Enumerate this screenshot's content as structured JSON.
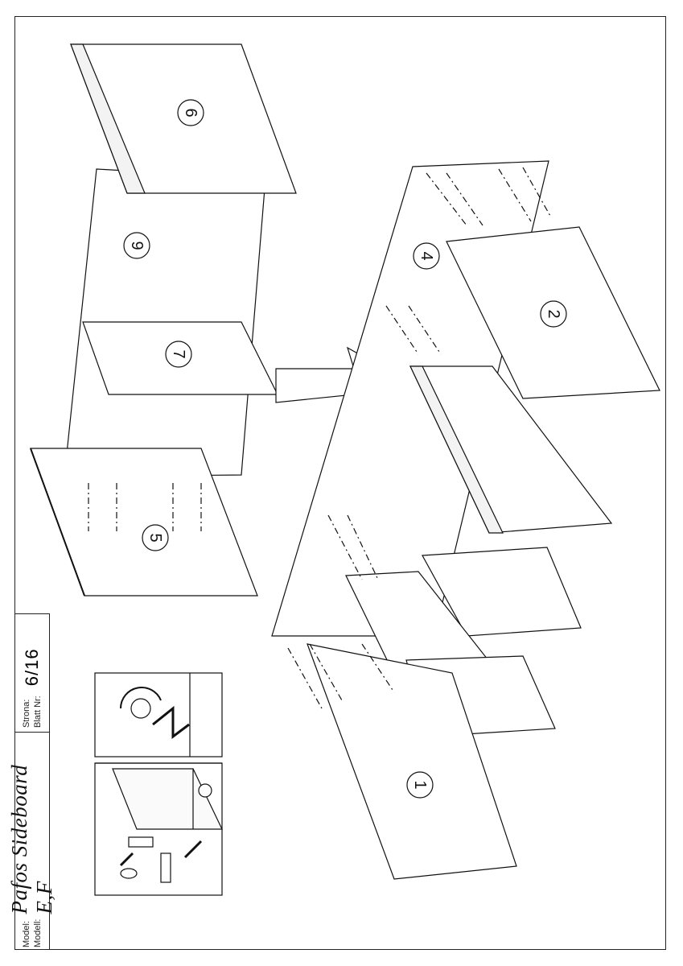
{
  "title_block": {
    "model_label": "Model:",
    "modell_label": "Modell:",
    "model_name": "Pafos Sideboard E,F",
    "page_label": "Strona:",
    "page_label_de": "Blatt Nr:",
    "page_number": "6/16"
  },
  "parts": {
    "p1": "1",
    "p2": "2",
    "p4": "4",
    "p5": "5",
    "p6": "6",
    "p7": "7",
    "p9": "9"
  }
}
